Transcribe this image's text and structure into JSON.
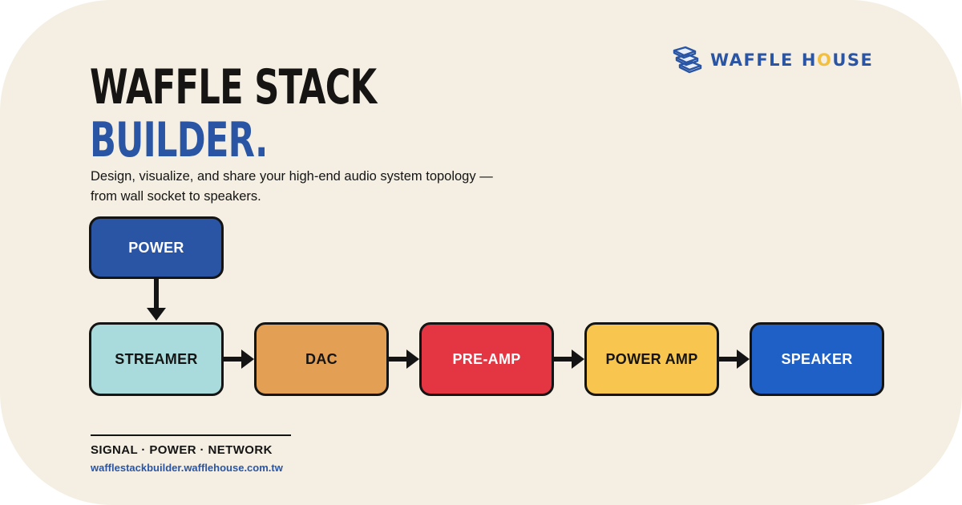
{
  "brand": {
    "logo_icon": "waffle-stack-icon",
    "name_first": "WAFFLE",
    "name_second_before": "H",
    "name_second_highlight": "O",
    "name_second_after": "USE"
  },
  "title": {
    "line1": "WAFFLE STACK",
    "line2": "BUILDER."
  },
  "subtitle": "Design, visualize, and share your high-end audio system topology — from wall socket to speakers.",
  "nodes": {
    "power": "POWER",
    "streamer": "STREAMER",
    "dac": "DAC",
    "preamp": "PRE-AMP",
    "power_amp": "POWER AMP",
    "speaker": "SPEAKER"
  },
  "footer": {
    "tags": "SIGNAL · POWER · NETWORK",
    "url": "wafflestackbuilder.wafflehouse.com.tw"
  },
  "colors": {
    "background": "#f4efe2",
    "brand_blue": "#2a55a4",
    "accent_yellow": "#f2bf3e",
    "power": "#2a55a4",
    "streamer": "#a9dbdc",
    "dac": "#e39f53",
    "preamp": "#e43543",
    "power_amp": "#f8c54e",
    "speaker": "#1f60c6",
    "outline": "#141414"
  }
}
